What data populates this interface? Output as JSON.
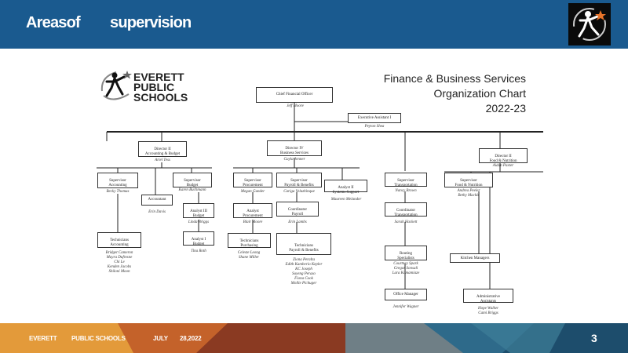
{
  "header": {
    "title_part1": "Areasof",
    "title_part2": "supervision"
  },
  "chart": {
    "district_logo_lines": [
      "EVERETT",
      "PUBLIC",
      "SCHOOLS"
    ],
    "title_lines": [
      "Finance & Business Services",
      "Organization Chart",
      "2022-23"
    ],
    "nodes": [
      {
        "id": "cfo",
        "title": "Chief Financial Officer",
        "names": "Jeff Moore"
      },
      {
        "id": "exec_asst",
        "title": "Executive Assistant I",
        "names": "Peyton Shea"
      },
      {
        "id": "dir_acct",
        "title": "Director II\nAccounting & Budget",
        "names": "Ariel Tess"
      },
      {
        "id": "dir_bus",
        "title": "Director IV\nBusiness Services",
        "names": "Gayla Jenner"
      },
      {
        "id": "dir_food",
        "title": "Director II\nFood & Nutrition",
        "names": "Aidan Paxter"
      },
      {
        "id": "sup_acct",
        "title": "Supervisor\nAccounting",
        "names": "Becky Thomas"
      },
      {
        "id": "accountant",
        "title": "Accountant",
        "names": "Erin Davis"
      },
      {
        "id": "sup_budget",
        "title": "Supervisor\nBudget",
        "names": "Karen Buchmann"
      },
      {
        "id": "sup_proc",
        "title": "Supervisor\nProcurement",
        "names": "Megan Gunder"
      },
      {
        "id": "sup_payroll",
        "title": "Supervisor\nPayroll & Benefits",
        "names": "Cariga Velazhinque"
      },
      {
        "id": "analyst_sys",
        "title": "Analyst II\nSystems Support",
        "names": "Maureen Melander"
      },
      {
        "id": "sup_transp",
        "title": "Supervisor\nTransportation",
        "names": "Nancy Brown"
      },
      {
        "id": "sup_food",
        "title": "Supervisor\nFood & Nutrition",
        "names": "Andrea Peeler\nBethy Mackle"
      },
      {
        "id": "analyst_budget",
        "title": "Analyst III\nBudget",
        "names": "Linda Briggs"
      },
      {
        "id": "analyst_budget2",
        "title": "Analyst I\nBudget",
        "names": "Tina Roth"
      },
      {
        "id": "analyst_proc",
        "title": "Analyst\nProcurement",
        "names": "Blair Moore"
      },
      {
        "id": "coord_payroll",
        "title": "Coordinator\nPayroll",
        "names": "Erin Lambs"
      },
      {
        "id": "coord_transp",
        "title": "Coordinator\nTransportation",
        "names": "Sarah Hackett"
      },
      {
        "id": "tech_acct",
        "title": "Technicians\nAccounting",
        "names": "Bridget Cameron\nMayra Dufresne\nChi Le\nKenden Jacobs\nShiloni Moon"
      },
      {
        "id": "tech_proc",
        "title": "Technicians\nPurchasing",
        "names": "Celeste Leong\nShane Miller"
      },
      {
        "id": "tech_payroll",
        "title": "Technicians\nPayroll & Benefits",
        "names": "Ziona Peralta\nEdith Kamberio Kepler\nKC Joseph\nSoyeng Peraso\nFiona Cook\nMollie Pichuger"
      },
      {
        "id": "routing",
        "title": "Routing\nSpecialists",
        "names": "Courtney Spark\nGregor Sonsali\nLara Kamamiaze"
      },
      {
        "id": "office_mgr",
        "title": "Office Manager",
        "names": "Jennifer Wagner"
      },
      {
        "id": "kitchen",
        "title": "Kitchen Managers",
        "names": ""
      },
      {
        "id": "admin",
        "title": "Administrative\nAssistants",
        "names": "Hope Walker\nCami Briggs"
      }
    ]
  },
  "footer": {
    "org_name": "EVERETT",
    "org_name2": "PUBLIC SCHOOLS",
    "date_month": "JULY",
    "date_day": "28,2022",
    "page_number": "3"
  }
}
